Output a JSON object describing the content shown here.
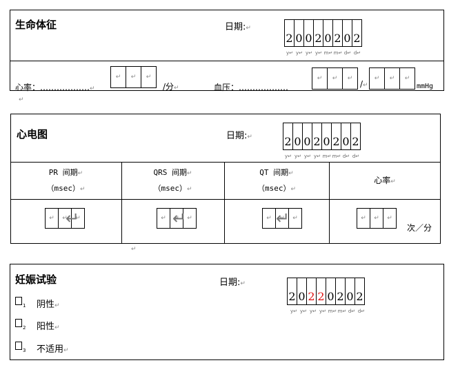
{
  "return_mark": "↵",
  "vital_signs": {
    "title": "生命体征",
    "date_label": "日期:",
    "date_digits": [
      "2",
      "0",
      "0",
      "2",
      "0",
      "2",
      "0",
      "2"
    ],
    "date_sub": [
      "y",
      "y",
      "y",
      "y",
      "m",
      "m",
      "d",
      "d"
    ],
    "heart_rate_label": "心率：………………",
    "heart_rate_unit": "/分",
    "bp_label": "血压：………………",
    "bp_separator": "/",
    "bp_unit": "mmHg"
  },
  "ecg": {
    "title": "心电图",
    "date_label": "日期:",
    "date_digits": [
      "2",
      "0",
      "0",
      "2",
      "0",
      "2",
      "0",
      "2"
    ],
    "date_sub": [
      "y",
      "y",
      "y",
      "y",
      "m",
      "m",
      "d",
      "d"
    ],
    "columns": [
      {
        "name": "PR 间期",
        "unit": "（msec）"
      },
      {
        "name": "QRS 间期",
        "unit": "（msec）"
      },
      {
        "name": "QT 间期",
        "unit": "（msec）"
      },
      {
        "name": "心率",
        "unit": ""
      }
    ],
    "hr_unit": "次／分"
  },
  "pregnancy": {
    "title": "妊娠试验",
    "date_label": "日期:",
    "date_digits": [
      "2",
      "0",
      "2",
      "2",
      "0",
      "2",
      "0",
      "2"
    ],
    "date_red": [
      false,
      false,
      true,
      true,
      false,
      false,
      false,
      false
    ],
    "date_sub": [
      "y",
      "y",
      "y",
      "y",
      "m",
      "m",
      "d",
      "d"
    ],
    "options": [
      {
        "num": "1",
        "label": "阴性"
      },
      {
        "num": "2",
        "label": "阳性"
      },
      {
        "num": "3",
        "label": "不适用"
      }
    ]
  }
}
